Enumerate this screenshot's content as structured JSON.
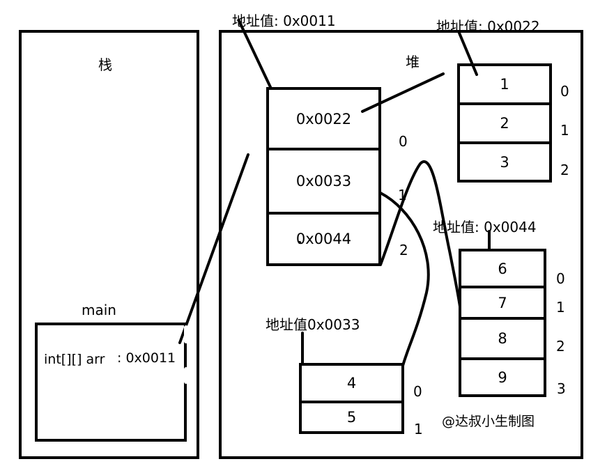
{
  "stack": {
    "label": "栈",
    "frame_label": "main",
    "variable": "int[][] arr",
    "variable_value": ": 0x0011"
  },
  "heap": {
    "label": "堆",
    "outer": {
      "address_label": "地址值: 0x0011",
      "cells": [
        "0x0022",
        "0x0033",
        "0x0044"
      ],
      "indices": [
        "0",
        "1",
        "2"
      ]
    },
    "arr_0022": {
      "address_label": "地址值: 0x0022",
      "cells": [
        "1",
        "2",
        "3"
      ],
      "indices": [
        "0",
        "1",
        "2"
      ]
    },
    "arr_0044": {
      "address_label": "地址值: 0x0044",
      "cells": [
        "6",
        "7",
        "8",
        "9"
      ],
      "indices": [
        "0",
        "1",
        "2",
        "3"
      ]
    },
    "arr_0033": {
      "address_label": "地址值0x0033",
      "cells": [
        "4",
        "5"
      ],
      "indices": [
        "0",
        "1"
      ]
    }
  },
  "watermark": "@达叔小生制图"
}
